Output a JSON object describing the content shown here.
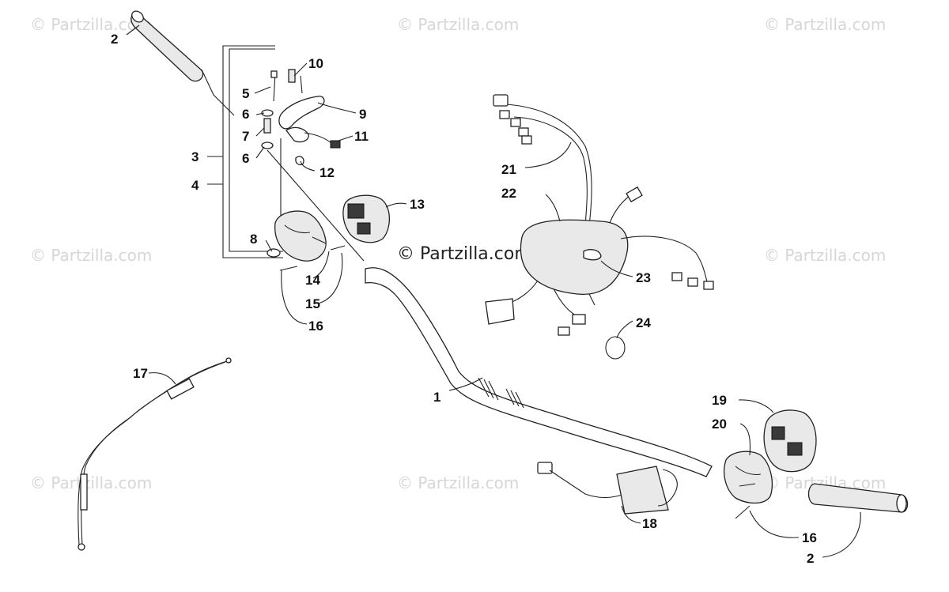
{
  "watermark": "© Partzilla.com",
  "center_watermark": "© Partzilla.com",
  "callouts": {
    "c1": "1",
    "c2a": "2",
    "c2b": "2",
    "c3": "3",
    "c4": "4",
    "c5": "5",
    "c6a": "6",
    "c6b": "6",
    "c7": "7",
    "c8": "8",
    "c9": "9",
    "c10": "10",
    "c11": "11",
    "c12": "12",
    "c13": "13",
    "c14": "14",
    "c15": "15",
    "c16a": "16",
    "c16b": "16",
    "c17": "17",
    "c18": "18",
    "c19": "19",
    "c20": "20",
    "c21": "21",
    "c22": "22",
    "c23": "23",
    "c24": "24"
  }
}
